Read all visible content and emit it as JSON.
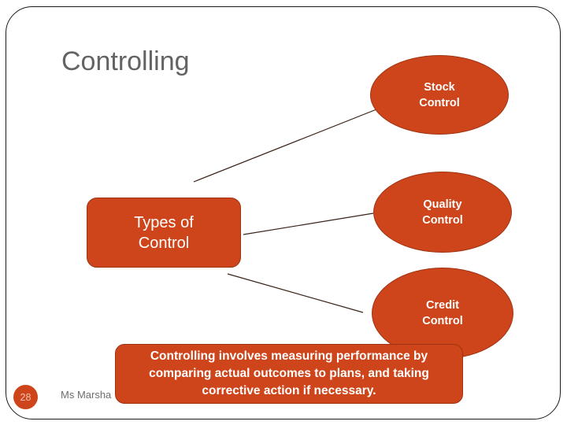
{
  "slide": {
    "title": "Controlling",
    "page_number": "28",
    "footer": "Ms Marsha",
    "accent_color": "#CF451B",
    "accent_border_color": "#9E3211",
    "title_color": "#636363",
    "background_color": "#FFFFFF"
  },
  "center_node": {
    "label": "Types of\nControl",
    "line1": "Types of",
    "line2": "Control"
  },
  "branches": [
    {
      "name": "stock-control",
      "line1": "Stock",
      "line2": "Control"
    },
    {
      "name": "quality-control",
      "line1": "Quality",
      "line2": "Control"
    },
    {
      "name": "credit-control",
      "line1": "Credit",
      "line2": "Control"
    }
  ],
  "callout": {
    "line1": "Controlling involves measuring performance by",
    "line2": "comparing actual outcomes to plans, and taking",
    "line3": "corrective action if necessary."
  }
}
